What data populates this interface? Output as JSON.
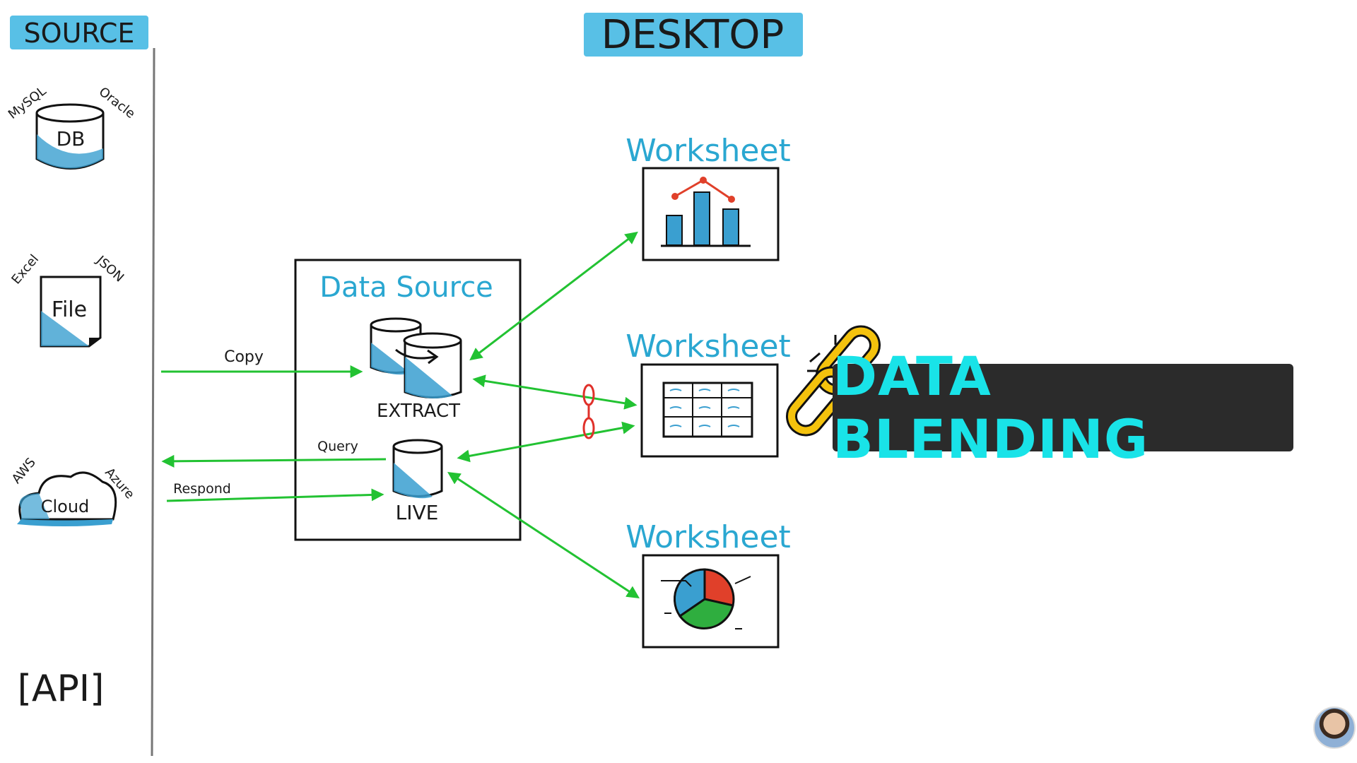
{
  "headers": {
    "source": "SOURCE",
    "desktop": "DESKTOP"
  },
  "sources": {
    "db": {
      "label": "DB",
      "tags": [
        "MySQL",
        "Oracle"
      ]
    },
    "file": {
      "label": "File",
      "tags": [
        "Excel",
        "JSON"
      ]
    },
    "cloud": {
      "label": "Cloud",
      "tags": [
        "AWS",
        "Azure"
      ]
    },
    "api": {
      "label": "[API]"
    }
  },
  "data_source": {
    "title": "Data Source",
    "extract_label": "EXTRACT",
    "live_label": "LIVE"
  },
  "arrows": {
    "copy": "Copy",
    "query": "Query",
    "respond": "Respond"
  },
  "worksheets": [
    {
      "label": "Worksheet"
    },
    {
      "label": "Worksheet"
    },
    {
      "label": "Worksheet"
    }
  ],
  "overlay": {
    "text": "DATA BLENDING"
  },
  "colors": {
    "accent_blue": "#2aa7d1",
    "arrow_green": "#22c232",
    "overlay_bg": "#2b2b2b",
    "overlay_text": "#19e3e8",
    "chain_gold": "#f4c20d"
  }
}
